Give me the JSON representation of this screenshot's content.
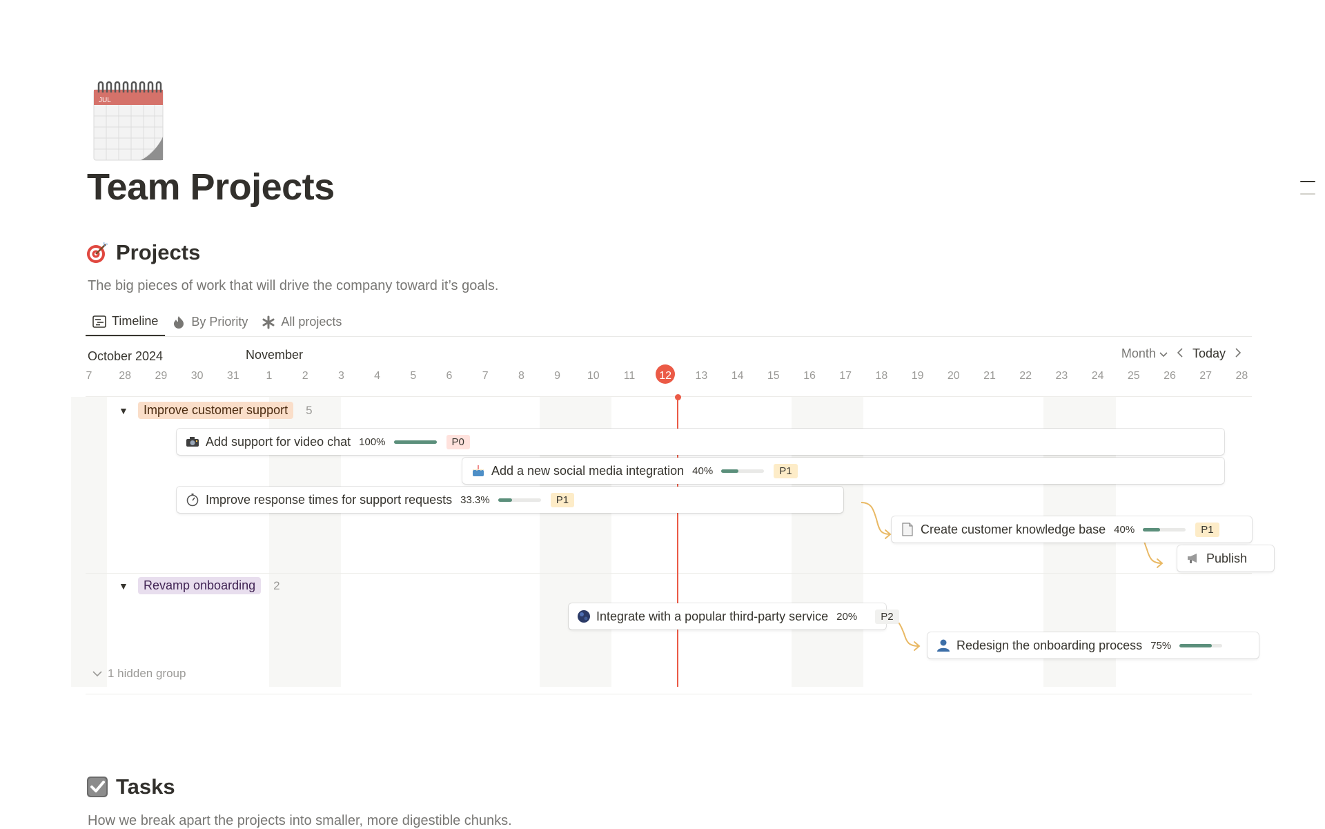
{
  "page": {
    "title": "Team Projects",
    "icon": "calendar-icon",
    "calendar_month_label": "JUL"
  },
  "projects_section": {
    "icon": "target-icon",
    "title": "Projects",
    "description": "The big pieces of work that will drive the company toward it’s goals."
  },
  "tabs": [
    {
      "label": "Timeline",
      "icon": "timeline-icon",
      "active": true
    },
    {
      "label": "By Priority",
      "icon": "fire-icon",
      "active": false
    },
    {
      "label": "All projects",
      "icon": "asterisk-icon",
      "active": false
    }
  ],
  "timeline": {
    "month_left": "October 2024",
    "month_right": "November",
    "view_select": "Month",
    "today_button": "Today",
    "days": [
      "7",
      "28",
      "29",
      "30",
      "31",
      "1",
      "2",
      "3",
      "4",
      "5",
      "6",
      "7",
      "8",
      "9",
      "10",
      "11",
      "12",
      "13",
      "14",
      "15",
      "16",
      "17",
      "18",
      "19",
      "20",
      "21",
      "22",
      "23",
      "24",
      "25",
      "26",
      "27",
      "28"
    ],
    "today_label": "12",
    "groups": [
      {
        "name": "Improve customer support",
        "count": "5",
        "tag_bg": "#fadec9",
        "tag_color": "#49290e",
        "items": [
          {
            "name": "Add support for video chat",
            "icon": "camera-icon",
            "percent_label": "100%",
            "progress": 1.0,
            "priority": "P0",
            "priority_bg": "#ffe2dd"
          },
          {
            "name": "Add a new social media integration",
            "icon": "cake-icon",
            "percent_label": "40%",
            "progress": 0.4,
            "priority": "P1",
            "priority_bg": "#fdecc8"
          },
          {
            "name": "Improve response times for support requests",
            "icon": "stopwatch-icon",
            "percent_label": "33.3%",
            "progress": 0.333,
            "priority": "P1",
            "priority_bg": "#fdecc8"
          },
          {
            "name": "Create customer knowledge base",
            "icon": "document-icon",
            "percent_label": "40%",
            "progress": 0.4,
            "priority": "P1",
            "priority_bg": "#fdecc8"
          },
          {
            "name": "Publish",
            "icon": "megaphone-icon",
            "percent_label": "",
            "progress": null,
            "priority": "",
            "priority_bg": ""
          }
        ]
      },
      {
        "name": "Revamp onboarding",
        "count": "2",
        "tag_bg": "#e8deee",
        "tag_color": "#412454",
        "items": [
          {
            "name": "Integrate with a popular third-party service",
            "icon": "globe-icon",
            "percent_label": "20%",
            "progress": 0.2,
            "priority": "P2",
            "priority_bg": "#f1f1ef"
          },
          {
            "name": "Redesign the onboarding process",
            "icon": "person-icon",
            "percent_label": "75%",
            "progress": 0.75,
            "priority": "",
            "priority_bg": ""
          }
        ]
      }
    ],
    "hidden_groups_label": "1 hidden group"
  },
  "tasks_section": {
    "icon": "checkbox-icon",
    "title": "Tasks",
    "description": "How we break apart the projects into smaller, more digestible chunks."
  },
  "colors": {
    "today": "#eb5a46",
    "progress": "#5b8f7b",
    "connector": "#e9b965"
  }
}
